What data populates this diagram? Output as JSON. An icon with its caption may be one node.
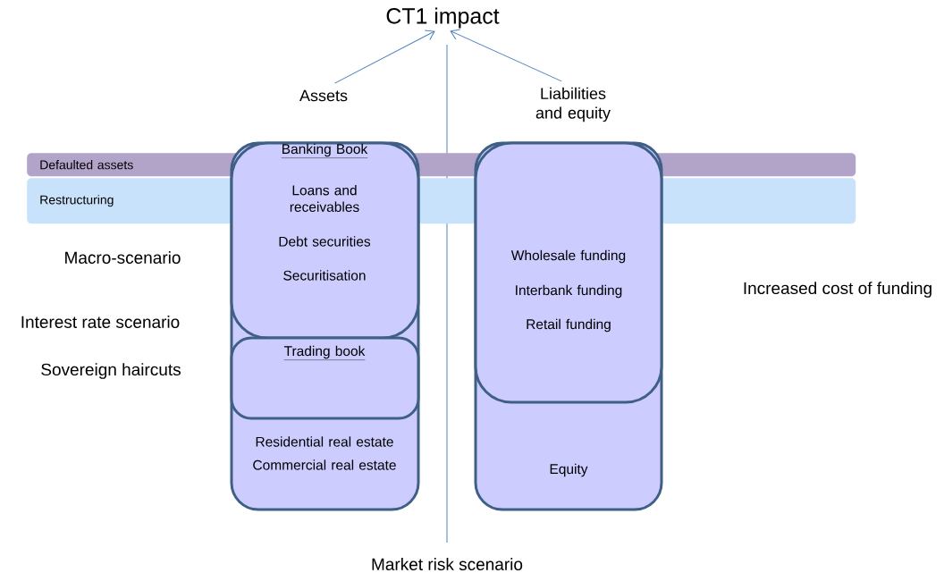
{
  "diagram": {
    "nodes": [
      {
        "text": [
          "CT1 impact"
        ]
      },
      {
        "text": [
          "Assets"
        ]
      },
      {
        "text": [
          "Liabilities and equity"
        ]
      },
      {
        "text": [
          "Defaulted assets"
        ]
      },
      {
        "text": [
          "Restructuring"
        ]
      },
      {
        "text": [
          "Residential real estate",
          "Commercial real estate"
        ]
      },
      {
        "text": [
          "Banking Book",
          "Loans and receivables",
          "Debt securities",
          "Securitisation"
        ],
        "in": 5
      },
      {
        "text": [
          "Trading book"
        ],
        "in": 5
      },
      {
        "text": [
          "Equity"
        ]
      },
      {
        "text": [
          "Wholesale funding",
          "Interbank funding",
          "Retail funding"
        ],
        "in": 8
      }
    ],
    "edges": [
      {
        "from": 1,
        "to": 0,
        "arrow": "to"
      },
      {
        "from": 2,
        "to": 0,
        "arrow": "to"
      }
    ],
    "labels": [
      "Macro-scenario",
      "Interest rate scenario",
      "Sovereign haircuts",
      "Increased cost of funding",
      "Market risk scenario"
    ]
  }
}
